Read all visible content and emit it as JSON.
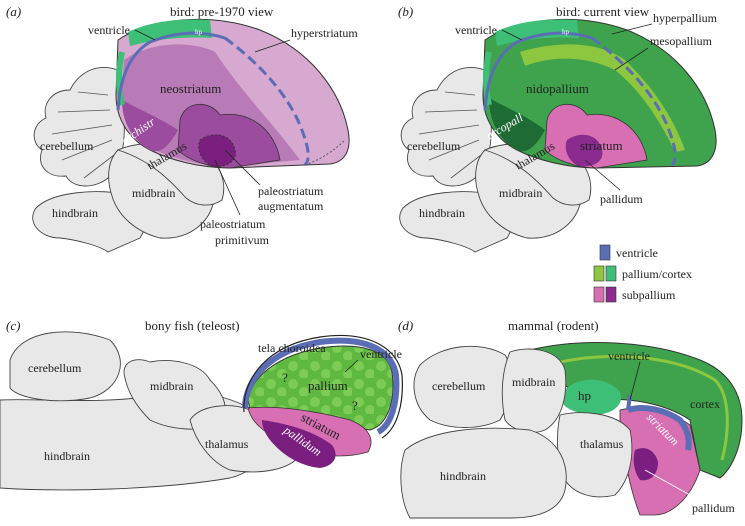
{
  "colors": {
    "ventricle": "#5b6db5",
    "pallium_light": "#8dc63f",
    "pallium_mid": "#3fa34d",
    "pallium_dark": "#1f6b35",
    "pallium_teal": "#3dbf78",
    "subpallium_light": "#d86fb3",
    "subpallium_dark": "#8b2b8f",
    "old_pallium_light": "#d7a8d0",
    "old_pallium_mid": "#b97ab8",
    "old_pallium_dark": "#9b4c9e",
    "outline_gray": "#e8e8e8"
  },
  "panel_a": {
    "letter": "(a)",
    "title": "bird: pre-1970 view",
    "labels": {
      "ventricle": "ventricle",
      "hp": "hp",
      "hyperstriatum": "hyperstriatum",
      "neostriatum": "neostriatum",
      "archistr": "archistr",
      "cerebellum": "cerebellum",
      "thalamus": "thalamus",
      "midbrain": "midbrain",
      "hindbrain": "hindbrain",
      "paleostriatum_aug_1": "paleostriatum",
      "paleostriatum_aug_2": "augmentatum",
      "paleostriatum_pri_1": "paleostriatum",
      "paleostriatum_pri_2": "primitivum"
    }
  },
  "panel_b": {
    "letter": "(b)",
    "title": "bird: current view",
    "labels": {
      "ventricle": "ventricle",
      "hp": "hp",
      "hyperpallium": "hyperpallium",
      "mesopallium": "mesopallium",
      "nidopallium": "nidopallium",
      "arcopall": "arcopall",
      "striatum": "striatum",
      "cerebellum": "cerebellum",
      "thalamus": "thalamus",
      "midbrain": "midbrain",
      "hindbrain": "hindbrain",
      "pallidum": "pallidum"
    }
  },
  "legend": [
    {
      "label": "ventricle",
      "icon": "ventricle-swatch"
    },
    {
      "label": "pallium/cortex",
      "icon": "pallium-swatch"
    },
    {
      "label": "subpallium",
      "icon": "subpallium-swatch"
    }
  ],
  "panel_c": {
    "letter": "(c)",
    "title": "bony fish (teleost)",
    "labels": {
      "tela": "tela choroidea",
      "ventricle": "ventricle",
      "q1": "?",
      "q2": "?",
      "pallium": "pallium",
      "striatum": "striatum",
      "pallidum": "pallidum",
      "cerebellum": "cerebellum",
      "midbrain": "midbrain",
      "thalamus": "thalamus",
      "hindbrain": "hindbrain"
    }
  },
  "panel_d": {
    "letter": "(d)",
    "title": "mammal (rodent)",
    "labels": {
      "ventricle": "ventricle",
      "hp": "hp",
      "cortex": "cortex",
      "striatum": "striatum",
      "cerebellum": "cerebellum",
      "midbrain": "midbrain",
      "thalamus": "thalamus",
      "hindbrain": "hindbrain",
      "pallidum": "pallidum"
    }
  }
}
